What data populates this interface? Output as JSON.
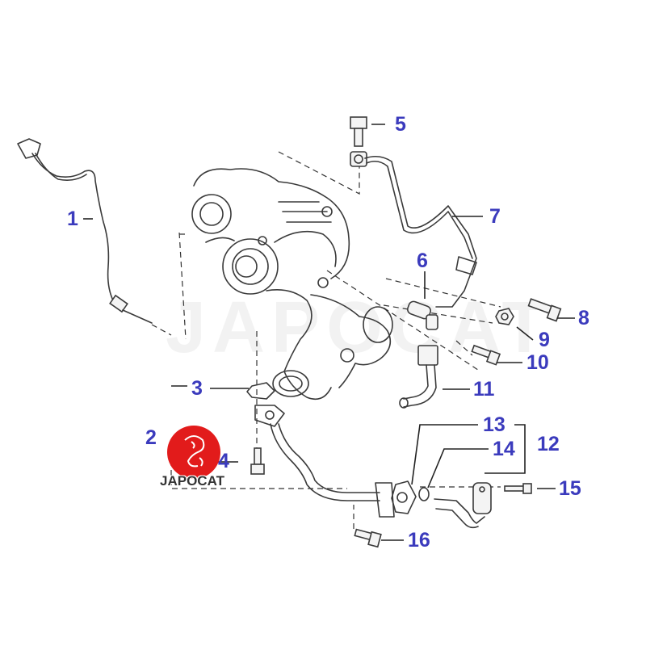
{
  "colors": {
    "callout": "#3b3bbd",
    "logo_red": "#e21b1b",
    "line": "#3a3a3a"
  },
  "callouts": {
    "c1": "1",
    "c2": "2",
    "c3": "3",
    "c4": "4",
    "c5": "5",
    "c6": "6",
    "c7": "7",
    "c8": "8",
    "c9": "9",
    "c10": "10",
    "c11": "11",
    "c12": "12",
    "c13": "13",
    "c14": "14",
    "c15": "15",
    "c16": "16"
  },
  "watermark": "JAPOCAT",
  "logo": {
    "text": "JAPOCAT"
  }
}
